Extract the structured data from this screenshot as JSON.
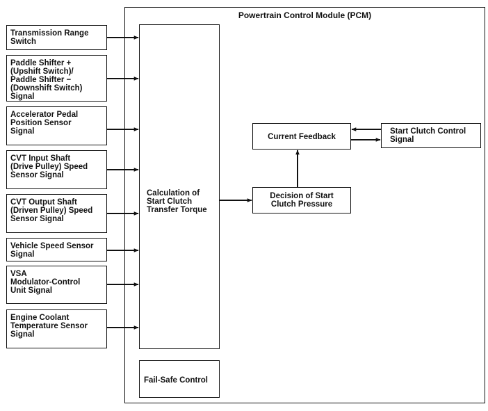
{
  "pcm": {
    "title": "Powertrain Control Module (PCM)",
    "calc_label": "Calculation of\nStart Clutch\nTransfer Torque",
    "failsafe_label": "Fail-Safe Control",
    "feedback_label": "Current Feedback",
    "decision_label": "Decision of Start\nClutch Pressure"
  },
  "inputs": [
    {
      "label": "Transmission Range\nSwitch"
    },
    {
      "label": "Paddle Shifter +\n(Upshift Switch)/\nPaddle Shifter −\n(Downshift Switch)\nSignal"
    },
    {
      "label": "Accelerator Pedal\nPosition Sensor\nSignal"
    },
    {
      "label": "CVT Input Shaft\n(Drive Pulley) Speed\nSensor Signal"
    },
    {
      "label": "CVT Output Shaft\n(Driven Pulley) Speed\nSensor Signal"
    },
    {
      "label": "Vehicle Speed Sensor\nSignal"
    },
    {
      "label": "VSA\nModulator-Control\nUnit Signal"
    },
    {
      "label": "Engine Coolant\nTemperature Sensor\nSignal"
    }
  ],
  "output": {
    "label": "Start Clutch Control\nSignal"
  }
}
